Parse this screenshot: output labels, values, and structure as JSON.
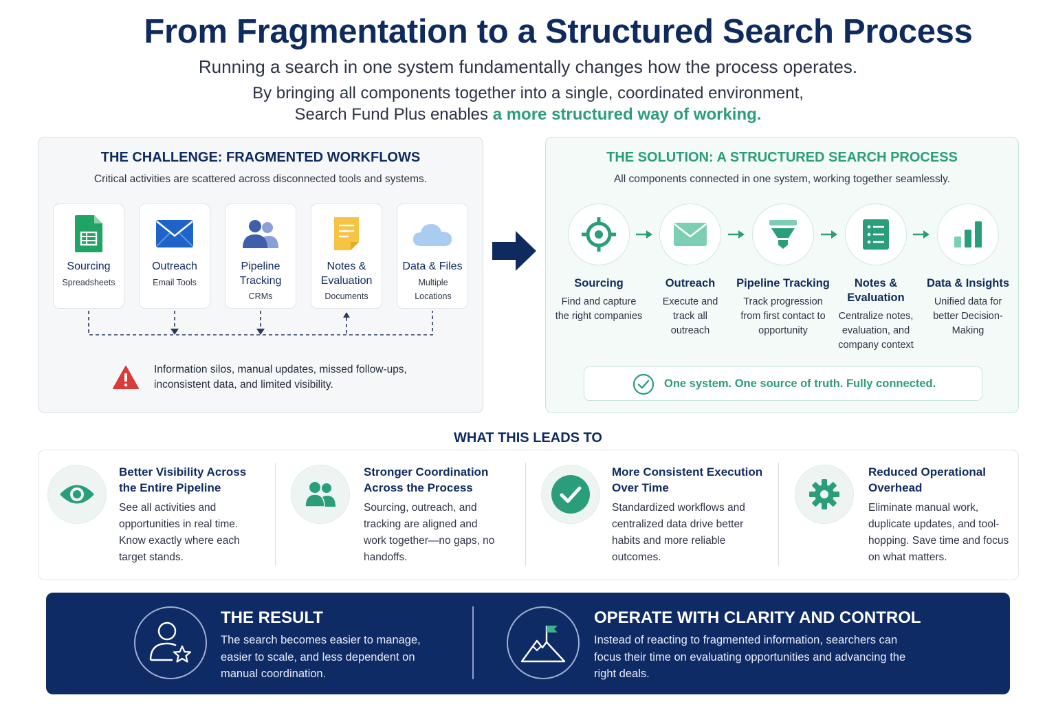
{
  "header": {
    "title": "From Fragmentation to a Structured Search Process",
    "subtitle": "Running a search in one system fundamentally changes how the process operates.",
    "intro_line1": "By bringing all components together into a single, coordinated environment,",
    "intro_line2_prefix": "Search Fund Plus enables ",
    "intro_line2_highlight": "a more structured way of working",
    "intro_line2_suffix": "."
  },
  "challenge": {
    "title": "THE CHALLENGE: FRAGMENTED WORKFLOWS",
    "subtitle": "Critical activities are scattered across disconnected tools and systems.",
    "tools": [
      {
        "name": "Sourcing",
        "desc": "Spreadsheets",
        "icon": "spreadsheet-icon"
      },
      {
        "name": "Outreach",
        "desc": "Email Tools",
        "icon": "email-icon"
      },
      {
        "name": "Pipeline Tracking",
        "desc": "CRMs",
        "icon": "people-icon"
      },
      {
        "name": "Notes & Evaluation",
        "desc": "Documents",
        "icon": "document-icon"
      },
      {
        "name": "Data & Files",
        "desc": "Multiple Locations",
        "icon": "cloud-icon"
      }
    ],
    "warning_line1": "Information silos, manual updates, missed follow-ups,",
    "warning_line2": "inconsistent data, and limited visibility."
  },
  "solution": {
    "title": "THE SOLUTION: A STRUCTURED SEARCH PROCESS",
    "subtitle": "All components connected in one system, working together seamlessly.",
    "steps": [
      {
        "name": "Sourcing",
        "desc": "Find and capture the right companies",
        "icon": "target-icon"
      },
      {
        "name": "Outreach",
        "desc": "Execute and track all outreach",
        "icon": "email-icon"
      },
      {
        "name": "Pipeline Tracking",
        "desc": "Track progression from first contact to opportunity",
        "icon": "funnel-icon"
      },
      {
        "name": "Notes & Evaluation",
        "desc": "Centralize notes, evaluation, and company context",
        "icon": "checklist-icon"
      },
      {
        "name": "Data & Insights",
        "desc": "Unified data for better Decision-Making",
        "icon": "bar-chart-icon"
      }
    ],
    "truth": "One system. One source of truth. Fully connected."
  },
  "leads": {
    "title": "WHAT THIS LEADS TO",
    "items": [
      {
        "title": "Better Visibility Across the Entire Pipeline",
        "desc": "See all activities and opportunities in real time. Know exactly where each target stands.",
        "icon": "eye-icon"
      },
      {
        "title": "Stronger Coordination Across the Process",
        "desc": "Sourcing, outreach, and tracking are aligned and work together—no gaps, no handoffs.",
        "icon": "team-icon"
      },
      {
        "title": "More Consistent Execution Over Time",
        "desc": "Standardized workflows and centralized data drive better habits and more reliable outcomes.",
        "icon": "check-circle-icon"
      },
      {
        "title": "Reduced Operational Overhead",
        "desc": "Eliminate manual work, duplicate updates, and tool-hopping. Save time and focus on what matters.",
        "icon": "gear-icon"
      }
    ]
  },
  "result": {
    "left_title": "THE RESULT",
    "left_desc": "The search becomes easier to manage, easier to scale, and less dependent on manual coordination.",
    "right_title": "OPERATE WITH CLARITY AND CONTROL",
    "right_desc": "Instead of reacting to fragmented information, searchers can focus their time on evaluating opportunities and advancing the right deals."
  },
  "colors": {
    "navy": "#0e2a5e",
    "green": "#2a9d7a",
    "banner": "#0f2b66",
    "warning": "#d93a3a"
  }
}
